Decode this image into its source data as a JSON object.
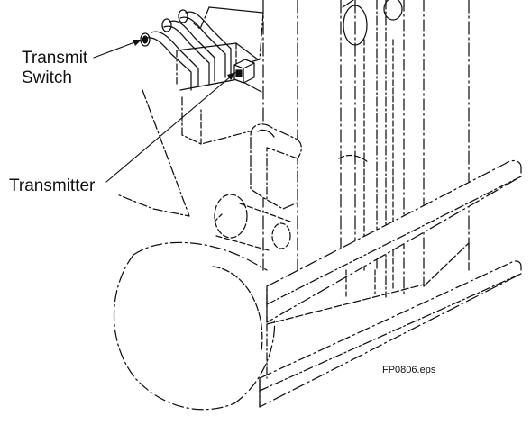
{
  "labels": {
    "transmit_switch_line1": "Transmit",
    "transmit_switch_line2": "Switch",
    "transmitter": "Transmitter",
    "figure_id": "FP0806.eps"
  },
  "colors": {
    "background": "#ffffff",
    "linework": "#111111"
  }
}
